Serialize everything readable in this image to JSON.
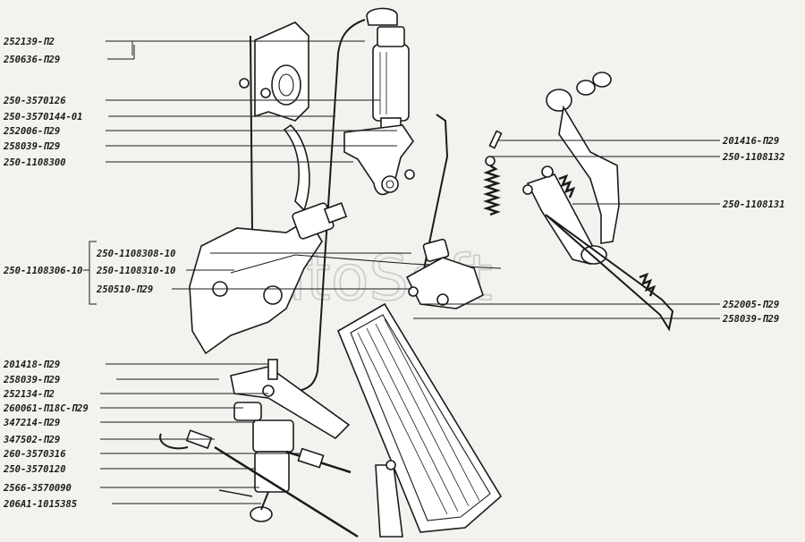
{
  "watermark": "AutoSoft",
  "labels_left": [
    {
      "id": "l01",
      "text": "252139-П2"
    },
    {
      "id": "l02",
      "text": "250636-П29"
    },
    {
      "id": "l03",
      "text": "250-3570126"
    },
    {
      "id": "l04",
      "text": "250-3570144-01"
    },
    {
      "id": "l05",
      "text": "252006-П29"
    },
    {
      "id": "l06",
      "text": "258039-П29"
    },
    {
      "id": "l07",
      "text": "250-1108300"
    },
    {
      "id": "l08",
      "text": "250-1108308-10"
    },
    {
      "id": "l09",
      "text": "250-1108306-10"
    },
    {
      "id": "l10",
      "text": "250-1108310-10"
    },
    {
      "id": "l11",
      "text": "250510-П29"
    },
    {
      "id": "l12",
      "text": "201418-П29"
    },
    {
      "id": "l13",
      "text": "258039-П29"
    },
    {
      "id": "l14",
      "text": "252134-П2"
    },
    {
      "id": "l15",
      "text": "260061-П18С-П29"
    },
    {
      "id": "l16",
      "text": "347214-П29"
    },
    {
      "id": "l17",
      "text": "347502-П29"
    },
    {
      "id": "l18",
      "text": "260-3570316"
    },
    {
      "id": "l19",
      "text": "250-3570120"
    },
    {
      "id": "l20",
      "text": "2566-3570090"
    },
    {
      "id": "l21",
      "text": "206А1-1015385"
    }
  ],
  "labels_right": [
    {
      "id": "r01",
      "text": "201416-П29"
    },
    {
      "id": "r02",
      "text": "250-1108132"
    },
    {
      "id": "r03",
      "text": "250-1108131"
    },
    {
      "id": "r04",
      "text": "252005-П29"
    },
    {
      "id": "r05",
      "text": "258039-П29"
    }
  ]
}
